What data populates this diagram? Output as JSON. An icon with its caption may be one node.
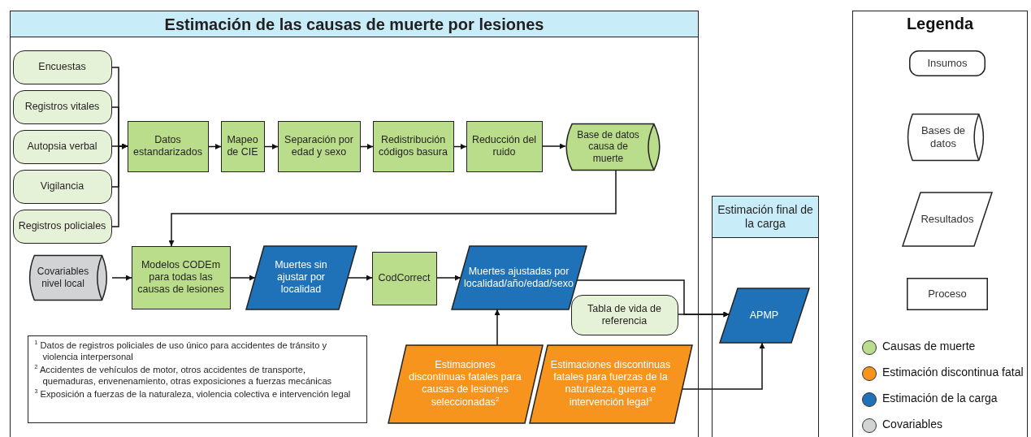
{
  "diagram": {
    "nodes": [
      {
        "text": [
          "Estimación de las causas de muerte por lesiones"
        ]
      },
      {
        "text": [
          "Encuestas"
        ],
        "in": 0
      },
      {
        "text": [
          "Registros vitales"
        ],
        "in": 0
      },
      {
        "text": [
          "Autopsia verbal"
        ],
        "in": 0
      },
      {
        "text": [
          "Vigilancia"
        ],
        "in": 0
      },
      {
        "text": [
          "Registros policiales"
        ],
        "in": 0
      },
      {
        "text": [
          "Datos estandarizados"
        ],
        "in": 0
      },
      {
        "text": [
          "Mapeo de CIE"
        ],
        "in": 0
      },
      {
        "text": [
          "Separación por edad y sexo"
        ],
        "in": 0
      },
      {
        "text": [
          "Redistribución códigos basura"
        ],
        "in": 0
      },
      {
        "text": [
          "Reducción del ruido"
        ],
        "in": 0
      },
      {
        "text": [
          "Base de datos causa de muerte"
        ],
        "in": 0
      },
      {
        "text": [
          "Covariables nivel local"
        ],
        "in": 0
      },
      {
        "text": [
          "Modelos CODEm para todas las causas de lesiones"
        ],
        "in": 0
      },
      {
        "text": [
          "Muertes sin ajustar por localidad"
        ],
        "in": 0
      },
      {
        "text": [
          "CodCorrect"
        ],
        "in": 0
      },
      {
        "text": [
          "Muertes ajustadas por localidad/año/edad/sexo"
        ],
        "in": 0
      },
      {
        "text": [
          "Tabla de vida de referencia"
        ],
        "in": 0
      },
      {
        "text": [
          "Estimaciones discontinuas fatales para causas de lesiones seleccionadas$^{2}$"
        ],
        "in": 0
      },
      {
        "text": [
          "Estimaciones discontinuas fatales para fuerzas de la naturaleza, guerra e intervención legal$^{3}$"
        ],
        "in": 0
      },
      {
        "text": [
          "$^{1}$ Datos de registros policiales de uso único para accidentes de tránsito y violencia interpersonal",
          "$^{2}$ Accidentes de vehículos de motor, otros accidentes de transporte, quemaduras, envenenamiento, otras exposiciones a fuerzas mecánicas",
          "$^{3}$ Exposición a fuerzas de la naturaleza, violencia colectiva e intervención legal"
        ],
        "in": 0
      },
      {
        "text": [
          "Estimación final de la carga"
        ]
      },
      {
        "text": [
          "APMP"
        ],
        "in": 21
      },
      {
        "text": [
          "Legenda"
        ]
      }
    ],
    "edges": [
      {
        "from": 1,
        "to": 6,
        "arrow": "to"
      },
      {
        "from": 2,
        "to": 6,
        "arrow": "to"
      },
      {
        "from": 3,
        "to": 6,
        "arrow": "to"
      },
      {
        "from": 4,
        "to": 6,
        "arrow": "to"
      },
      {
        "from": 5,
        "to": 6,
        "arrow": "to"
      },
      {
        "from": 6,
        "to": 7,
        "arrow": "to"
      },
      {
        "from": 7,
        "to": 8,
        "arrow": "to"
      },
      {
        "from": 8,
        "to": 9,
        "arrow": "to"
      },
      {
        "from": 9,
        "to": 10,
        "arrow": "to"
      },
      {
        "from": 10,
        "to": 11,
        "arrow": "to"
      },
      {
        "from": 11,
        "to": 13,
        "arrow": "to"
      },
      {
        "from": 12,
        "to": 13,
        "arrow": "to"
      },
      {
        "from": 13,
        "to": 14,
        "arrow": "to"
      },
      {
        "from": 14,
        "to": 15,
        "arrow": "to"
      },
      {
        "from": 15,
        "to": 16,
        "arrow": "to"
      },
      {
        "from": 16,
        "to": 22,
        "arrow": "to"
      },
      {
        "from": 17,
        "to": 22,
        "arrow": "to"
      },
      {
        "from": 18,
        "to": 16,
        "arrow": "to"
      },
      {
        "from": 19,
        "to": 22,
        "arrow": "to"
      }
    ],
    "legend": [
      {
        "text": "Insumos"
      },
      {
        "text": "Bases de datos"
      },
      {
        "text": "Resultados"
      },
      {
        "text": "Proceso"
      },
      {
        "text": "Causas de muerte",
        "color": "#b9dd8b"
      },
      {
        "text": "Estimación discontinua fatal",
        "color": "#f7941d"
      },
      {
        "text": "Estimación de la carga",
        "color": "#1f72b8"
      },
      {
        "text": "Covariables",
        "color": "#d1d3d4"
      }
    ]
  }
}
